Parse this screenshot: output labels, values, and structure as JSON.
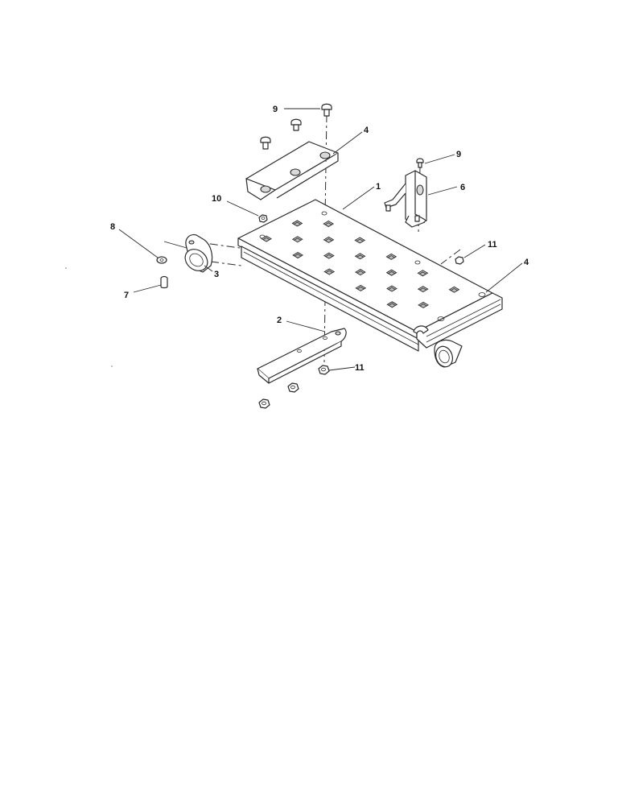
{
  "diagram": {
    "callouts": [
      {
        "id": "c9a",
        "label": "9"
      },
      {
        "id": "c4a",
        "label": "4"
      },
      {
        "id": "c9b",
        "label": "9"
      },
      {
        "id": "c6",
        "label": "6"
      },
      {
        "id": "c10",
        "label": "10"
      },
      {
        "id": "c1",
        "label": "1"
      },
      {
        "id": "c8",
        "label": "8"
      },
      {
        "id": "c11a",
        "label": "11"
      },
      {
        "id": "c3",
        "label": "3"
      },
      {
        "id": "c4b",
        "label": "4"
      },
      {
        "id": "c7",
        "label": "7"
      },
      {
        "id": "c2",
        "label": "2"
      },
      {
        "id": "c11b",
        "label": "11"
      }
    ]
  }
}
